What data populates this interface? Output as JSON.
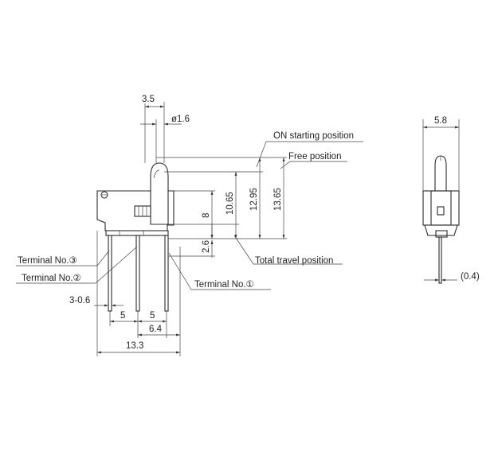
{
  "labels": {
    "on_starting_position": "ON starting position",
    "free_position": "Free position",
    "total_travel_position": "Total travel position",
    "terminal_3": "Terminal No.③",
    "terminal_2": "Terminal No.②",
    "terminal_1": "Terminal No.①"
  },
  "dimensions": {
    "lever_width": "3.5",
    "lever_diameter": "ø1.6",
    "body_height": "8",
    "height_10_65": "10.65",
    "height_12_95": "12.95",
    "height_13_65": "13.65",
    "terminal_offset": "2.6",
    "terminal_width": "3-0.6",
    "pitch_left": "5",
    "pitch_right": "5",
    "offset_6_4": "6.4",
    "total_width": "13.3",
    "side_width": "5.8",
    "side_terminal": "(0.4)"
  }
}
